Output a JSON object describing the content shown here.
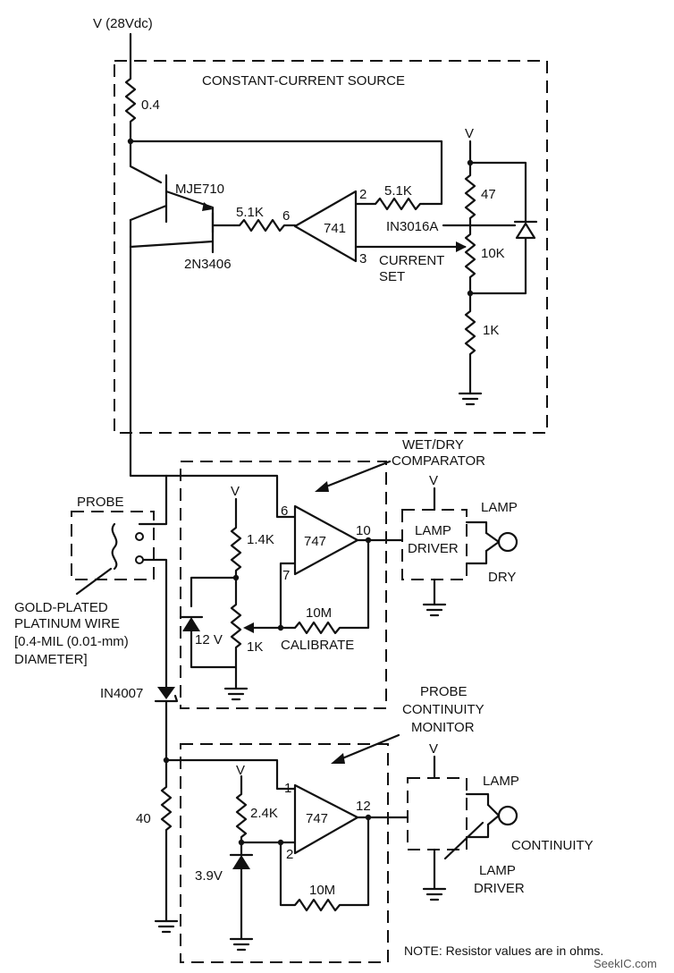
{
  "supply": {
    "label": "V (28Vdc)"
  },
  "ccs": {
    "title": "CONSTANT-CURRENT SOURCE",
    "r_sense": "0.4",
    "q1": "MJE710",
    "q2": "2N3406",
    "r_base": "5.1K",
    "r_fb": "5.1K",
    "opamp": "741",
    "pin6": "6",
    "pin2": "2",
    "pin3": "3",
    "v": "V",
    "r47": "47",
    "zener": "IN3016A",
    "pot": "10K",
    "current_set_1": "CURRENT",
    "current_set_2": "SET",
    "r1k": "1K"
  },
  "probe": {
    "label": "PROBE",
    "wire_1": "GOLD-PLATED",
    "wire_2": "PLATINUM WIRE",
    "wire_3": "[0.4-MIL (0.01-mm)",
    "wire_4": "DIAMETER]"
  },
  "wetdry": {
    "title_1": "WET/DRY",
    "title_2": "COMPARATOR",
    "v": "V",
    "r": "1.4K",
    "zener": "12 V",
    "pot": "1K",
    "opamp": "747",
    "pin6": "6",
    "pin7": "7",
    "pin10": "10",
    "r_fb": "10M",
    "calibrate": "CALIBRATE"
  },
  "lamp_dry": {
    "v": "V",
    "driver_1": "LAMP",
    "driver_2": "DRIVER",
    "lamp": "LAMP",
    "state": "DRY"
  },
  "diode": {
    "label": "IN4007"
  },
  "r40": {
    "label": "40"
  },
  "continuity": {
    "title_1": "PROBE",
    "title_2": "CONTINUITY",
    "title_3": "MONITOR",
    "v": "V",
    "r": "2.4K",
    "zener": "3.9V",
    "opamp": "747",
    "pin1": "1",
    "pin2": "2",
    "pin12": "12",
    "r_fb": "10M"
  },
  "lamp_cont": {
    "v": "V",
    "lamp": "LAMP",
    "state": "CONTINUITY",
    "driver_1": "LAMP",
    "driver_2": "DRIVER"
  },
  "note": "NOTE: Resistor values are in ohms.",
  "watermark": "SeekIC.com"
}
